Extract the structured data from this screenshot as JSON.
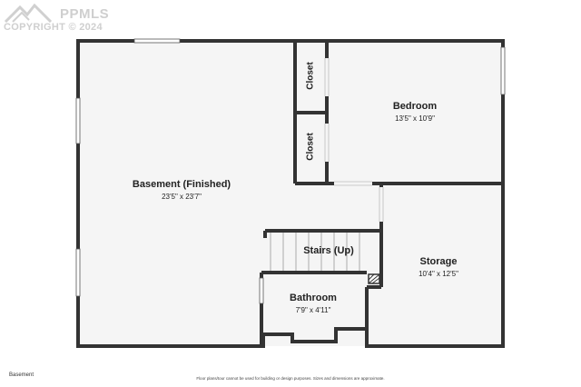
{
  "watermark": {
    "brand": "PPMLS",
    "copyright": "COPYRIGHT © 2024"
  },
  "rooms": {
    "basement": {
      "name": "Basement (Finished)",
      "dims": "23'5\" x 23'7\""
    },
    "bedroom": {
      "name": "Bedroom",
      "dims": "13'5\" x 10'9\""
    },
    "closet_upper": {
      "name": "Closet"
    },
    "closet_lower": {
      "name": "Closet"
    },
    "stairs": {
      "name": "Stairs (Up)"
    },
    "storage": {
      "name": "Storage",
      "dims": "10'4\" x 12'5\""
    },
    "bathroom": {
      "name": "Bathroom",
      "dims": "7'9\" x 4'11\""
    }
  },
  "footer": {
    "level": "Basement",
    "disclaimer": "Floor plans/tour cannot be used for building or design purposes. Sizes and dimensions are approximate."
  },
  "colors": {
    "wall": "#333333",
    "floor": "#f5f5f5",
    "window": "#ffffff"
  }
}
